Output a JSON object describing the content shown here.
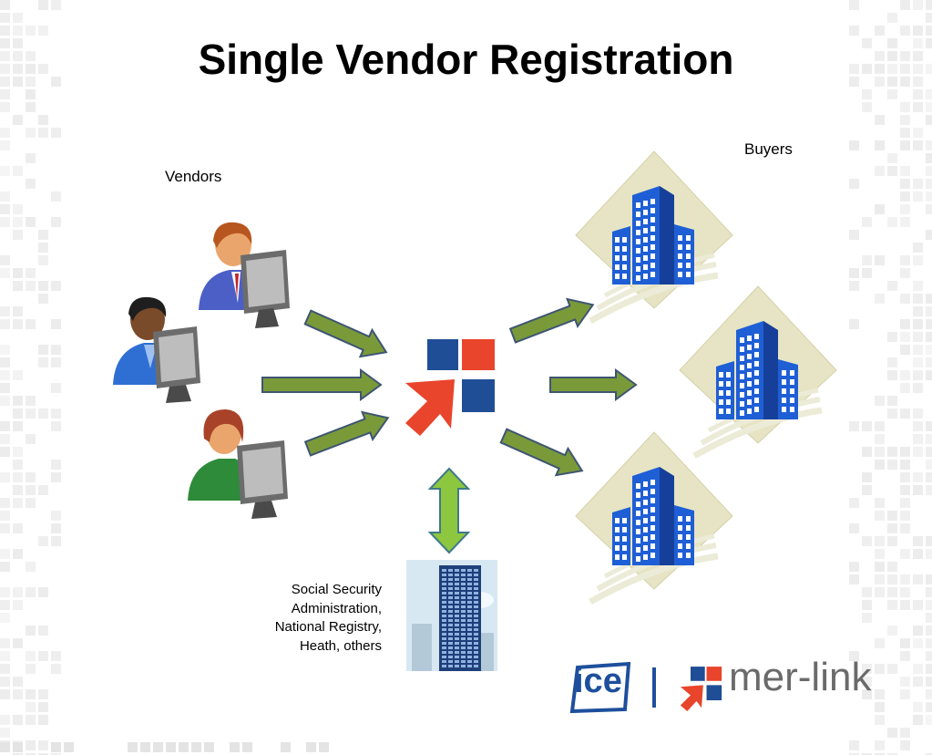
{
  "slide": {
    "title": "Single Vendor Registration",
    "vendors_label": "Vendors",
    "buyers_label": "Buyers",
    "agency_lines": [
      "Social Security",
      "Administration,",
      "National Registry,",
      "Heath, others"
    ]
  },
  "logos": {
    "ice": "ice",
    "merlink": "mer-link"
  },
  "colors": {
    "arrow_fill": "#7a9a3a",
    "arrow_stroke": "#3e5572",
    "double_arrow_fill": "#8dc63f",
    "logo_blue": "#1f4e96",
    "logo_red": "#e8452c",
    "building_blue": "#1f5fd6",
    "diamond_bg": "#e6e4c4"
  },
  "icons": {
    "vendor_person": "person-at-computer-icon",
    "buyer": "office-building-icon",
    "agency": "skyscraper-icon",
    "hub": "mer-link-logo-icon"
  }
}
